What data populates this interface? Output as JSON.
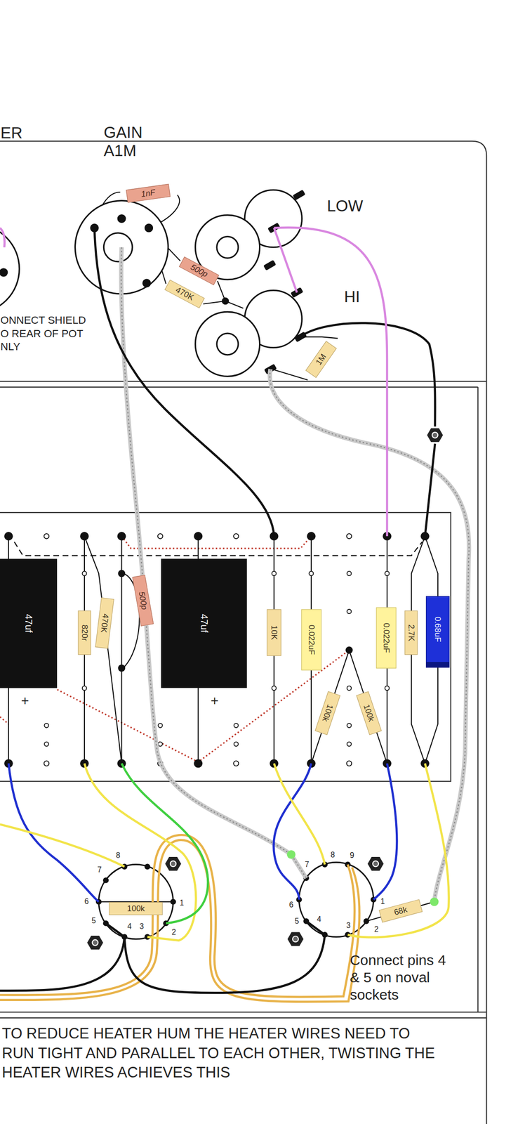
{
  "diagram": {
    "nodes": [
      {
        "text": [
          "1nF"
        ]
      },
      {
        "text": [
          "500p"
        ]
      },
      {
        "text": [
          "470K"
        ]
      },
      {
        "text": [
          "1M"
        ]
      },
      {
        "text": [
          "47uf"
        ]
      },
      {
        "text": [
          "820r"
        ]
      },
      {
        "text": [
          "470K"
        ]
      },
      {
        "text": [
          "500p"
        ]
      },
      {
        "text": [
          "47uf"
        ]
      },
      {
        "text": [
          "10K"
        ]
      },
      {
        "text": [
          "0.022uF"
        ]
      },
      {
        "text": [
          "100k"
        ]
      },
      {
        "text": [
          "100k"
        ]
      },
      {
        "text": [
          "0.022uF"
        ]
      },
      {
        "text": [
          "2.7K"
        ]
      },
      {
        "text": [
          "0.68uF"
        ]
      },
      {
        "text": [
          "100k"
        ]
      },
      {
        "text": [
          "68k"
        ]
      },
      {
        "text": [
          "TO REDUCE HEATER HUM THE HEATER WIRES NEED TO RUN TIGHT AND PARALLEL TO EACH OTHER, TWISTING THE HEATER WIRES ACHIEVES THIS"
        ]
      }
    ],
    "labels": [
      "ER",
      "GAIN A1M",
      "LOW",
      "HI",
      "ONNECT SHIELD O REAR OF POT NLY",
      "+",
      "+",
      "8",
      "7",
      "6",
      "5",
      "4",
      "3",
      "2",
      "1",
      "8",
      "9",
      "7",
      "6",
      "5",
      "4",
      "3",
      "2",
      "1",
      "Connect pins 4 & 5 on noval sockets"
    ]
  }
}
